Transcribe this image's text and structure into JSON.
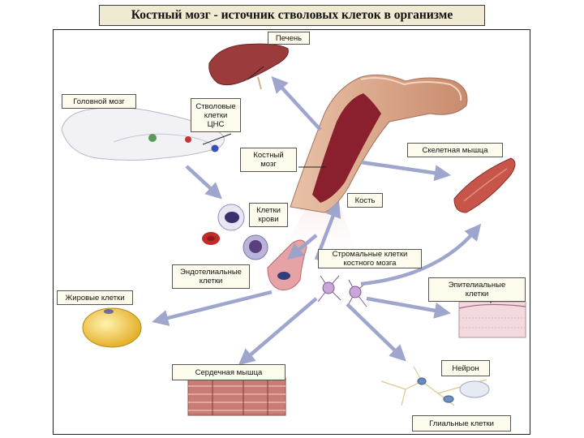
{
  "title": "Костный мозг - источник стволовых клеток в организме",
  "labels": {
    "liver": "Печень",
    "brain": "Головной мозг",
    "cns_stem_cells": "Стволовые\nклетки\nЦНС",
    "bone_marrow": "Костный\nмозг",
    "skeletal_muscle": "Скелетная мышца",
    "bone": "Кость",
    "blood_cells": "Клетки\nкрови",
    "stromal_cells": "Стромальные клетки\nкостного мозга",
    "endothelial_cells": "Эндотелиальные\nклетки",
    "fat_cells": "Жировые клетки",
    "epithelial_cells": "Эпителиальные\nклетки",
    "cardiac_muscle": "Сердечная мышца",
    "neuron": "Нейрон",
    "glial_cells": "Глиальные клетки"
  },
  "colors": {
    "arrow": "#9aa2cc",
    "bone": "#d9a68c",
    "marrow": "#8a1f2d",
    "muscle": "#c8554a",
    "label_bg": "#fdfbec"
  }
}
